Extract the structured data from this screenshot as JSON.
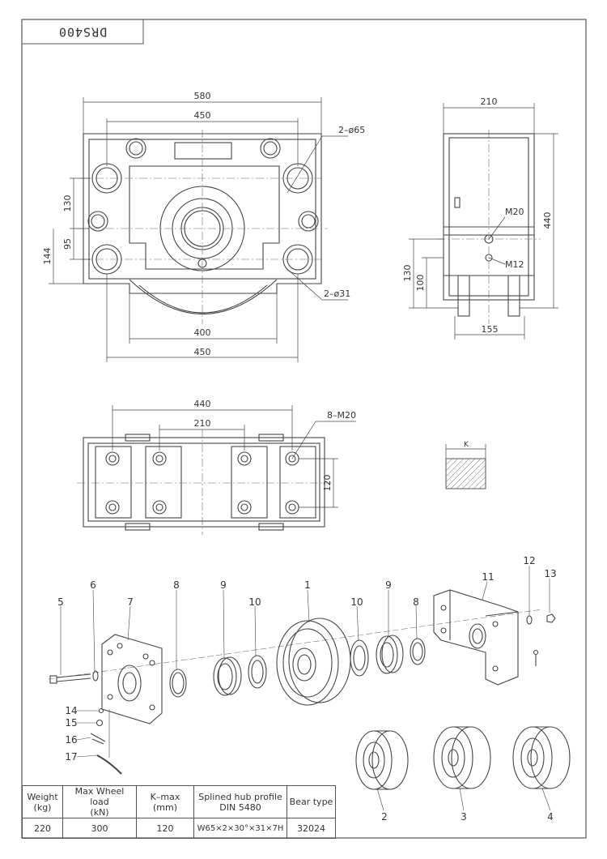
{
  "drawing": {
    "code": "DRS400",
    "front_view": {
      "dims": {
        "overall_width": "580",
        "top_hole_span": "450",
        "top_hole_dia": "2–ø65",
        "left_v1": "130",
        "left_v2": "95",
        "left_v3": "144",
        "bottom_span_inner": "400",
        "bottom_span_outer": "450",
        "bottom_hole_dia": "2–ø31"
      }
    },
    "side_view": {
      "dims": {
        "width": "210",
        "height": "440",
        "thread_upper": "M20",
        "thread_lower": "M12",
        "left_v1": "130",
        "left_v2": "100",
        "bottom_width": "155"
      }
    },
    "top_view": {
      "dims": {
        "outer_span": "440",
        "inner_span": "210",
        "bolt_spec": "8–M20",
        "right_v": "120"
      }
    },
    "k_symbol": "K",
    "parts": [
      "1",
      "2",
      "3",
      "4",
      "5",
      "6",
      "7",
      "8",
      "8",
      "9",
      "9",
      "10",
      "10",
      "11",
      "12",
      "13",
      "14",
      "15",
      "16",
      "17"
    ]
  },
  "table": {
    "headers": [
      "Weight\n(kg)",
      "Max Wheel load\n(kN)",
      "K–max\n(mm)",
      "Splined hub profile\nDIN 5480",
      "Bear type"
    ],
    "values": [
      "220",
      "300",
      "120",
      "W65×2×30°×31×7H",
      "32024"
    ]
  }
}
